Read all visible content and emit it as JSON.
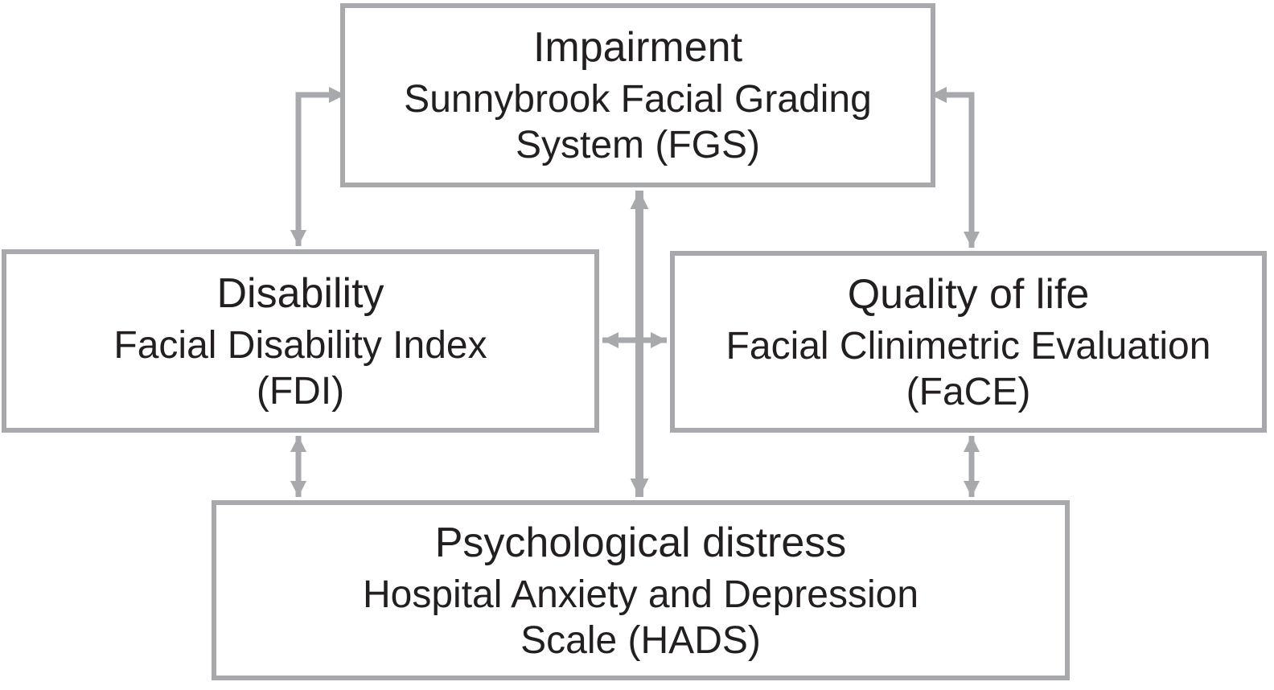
{
  "colors": {
    "line_gray": "#a7a9ac",
    "text": "#231f20",
    "background": "#ffffff"
  },
  "boxes": {
    "impairment": {
      "title": "Impairment",
      "lines": [
        "Sunnybrook Facial Grading",
        "System (FGS)"
      ]
    },
    "disability": {
      "title": "Disability",
      "lines": [
        "Facial Disability Index",
        "(FDI)"
      ]
    },
    "quality_of_life": {
      "title": "Quality of life",
      "lines": [
        "Facial Clinimetric Evaluation",
        "(FaCE)"
      ]
    },
    "psychological_distress": {
      "title": "Psychological distress",
      "lines": [
        "Hospital Anxiety and Depression",
        "Scale (HADS)"
      ]
    }
  },
  "connectors": [
    {
      "from": "impairment",
      "to": "disability",
      "shape": "elbow",
      "bidirectional": true
    },
    {
      "from": "impairment",
      "to": "quality_of_life",
      "shape": "elbow",
      "bidirectional": true
    },
    {
      "from": "impairment",
      "to": "psychological_distress",
      "shape": "straight-vertical",
      "bidirectional": true
    },
    {
      "from": "disability",
      "to": "quality_of_life",
      "shape": "straight-horizontal",
      "bidirectional": true
    },
    {
      "from": "disability",
      "to": "psychological_distress",
      "shape": "straight-vertical",
      "bidirectional": true
    },
    {
      "from": "quality_of_life",
      "to": "psychological_distress",
      "shape": "straight-vertical",
      "bidirectional": true
    }
  ]
}
